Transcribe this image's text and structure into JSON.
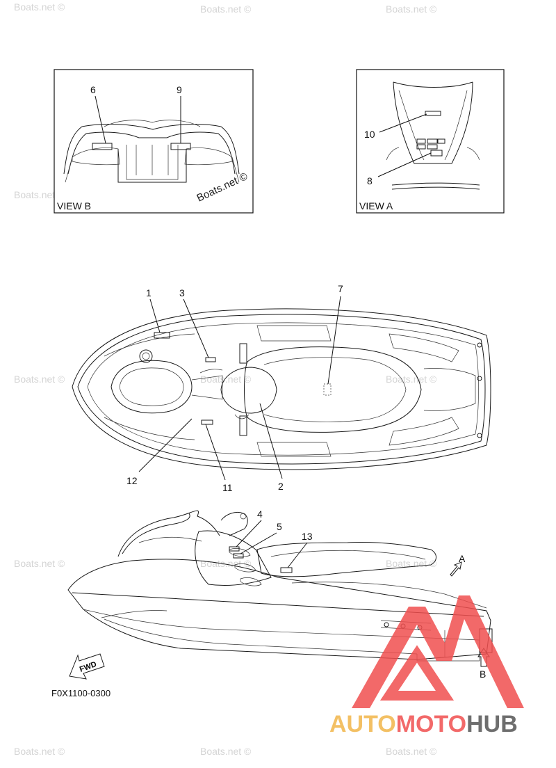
{
  "watermarks": {
    "site": "Boats.net ©",
    "site_rotated": "Boats.net ©"
  },
  "views": {
    "view_b": {
      "label": "VIEW B",
      "callouts": [
        "6",
        "9"
      ]
    },
    "view_a": {
      "label": "VIEW A",
      "callouts": [
        "10",
        "8"
      ]
    }
  },
  "top_view": {
    "callouts": [
      "1",
      "3",
      "7",
      "12",
      "11",
      "2"
    ]
  },
  "side_view": {
    "callouts": [
      "4",
      "5",
      "13"
    ],
    "arrow_a": "A",
    "arrow_b": "B",
    "fwd": "FWD"
  },
  "part_code": "F0X1100-0300",
  "brand": {
    "auto": "AUTO",
    "moto": "MOTO",
    "hub": "HUB",
    "colors": {
      "auto": "#f2b64a",
      "moto": "#f04f4f",
      "hub": "#555555",
      "triangle": "#f04f4f"
    }
  }
}
